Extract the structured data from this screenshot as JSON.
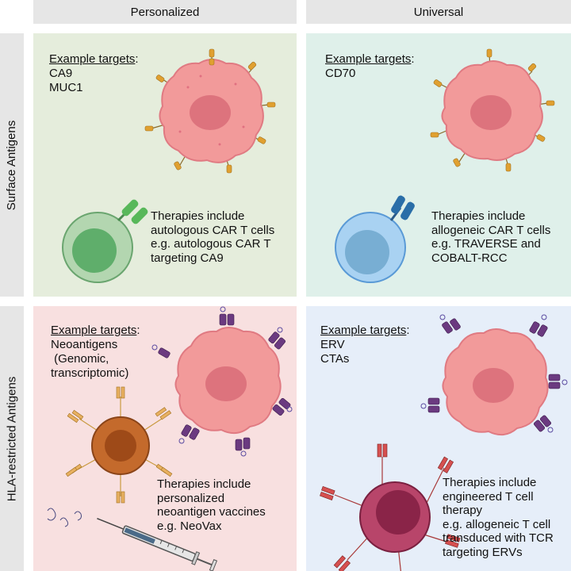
{
  "columns": {
    "personalized": "Personalized",
    "universal": "Universal"
  },
  "rows": {
    "surface": "Surface Antigens",
    "hla": "HLA-restricted Antigens"
  },
  "example_label": "Example targets",
  "colon": ":",
  "colors": {
    "header_bg": "#e6e6e6",
    "panel_surface_personalized": "#e5eddc",
    "panel_surface_universal": "#dff0ea",
    "panel_hla_personalized": "#f8e0e0",
    "panel_hla_universal": "#e6eef9",
    "tumor_cell": "#f29a9a",
    "tumor_nucleus": "#d96c78",
    "car_t_green": "#7fbf86",
    "car_t_blue": "#7bb8e6",
    "dendritic_brown": "#c46a2c",
    "engineered_t": "#b8456a"
  },
  "panels": {
    "surface_personalized": {
      "targets": [
        "CA9",
        "MUC1"
      ],
      "therapy": [
        "Therapies include",
        "autologous CAR T cells",
        "e.g. autologous CAR T",
        "targeting CA9"
      ]
    },
    "surface_universal": {
      "targets": [
        "CD70"
      ],
      "therapy": [
        "Therapies include",
        "allogeneic CAR T cells",
        "e.g. TRAVERSE and",
        "COBALT-RCC"
      ]
    },
    "hla_personalized": {
      "targets": [
        "Neoantigens",
        " (Genomic,",
        "transcriptomic)"
      ],
      "therapy": [
        "Therapies include",
        "personalized",
        "neoantigen vaccines",
        "e.g. NeoVax"
      ]
    },
    "hla_universal": {
      "targets": [
        "ERV",
        "CTAs"
      ],
      "therapy": [
        "Therapies include",
        "engineered T cell",
        "therapy",
        "e.g. allogeneic T cell",
        "transduced with TCR",
        "targeting ERVs"
      ]
    }
  },
  "icons": {
    "tumor_cell": "tumor-cell-icon",
    "car_t_cell": "car-t-cell-icon",
    "dendritic_cell": "dendritic-cell-icon",
    "syringe": "syringe-icon",
    "peptide": "peptide-icon"
  }
}
